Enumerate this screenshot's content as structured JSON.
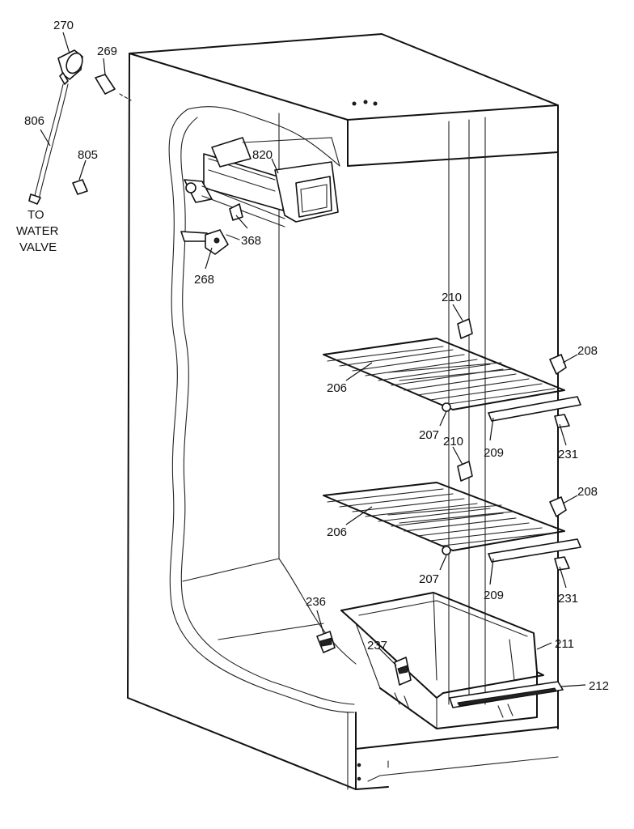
{
  "labels": {
    "l270": "270",
    "l269": "269",
    "l806": "806",
    "l805": "805",
    "l820": "820",
    "l368": "368",
    "l268": "268",
    "l210a": "210",
    "l208a": "208",
    "l206a": "206",
    "l207a": "207",
    "l209a": "209",
    "l231a": "231",
    "l210b": "210",
    "l208b": "208",
    "l206b": "206",
    "l207b": "207",
    "l209b": "209",
    "l231b": "231",
    "l236": "236",
    "l237": "237",
    "l211": "211",
    "l212": "212"
  },
  "water_valve_note": [
    "TO",
    "WATER",
    "VALVE"
  ]
}
